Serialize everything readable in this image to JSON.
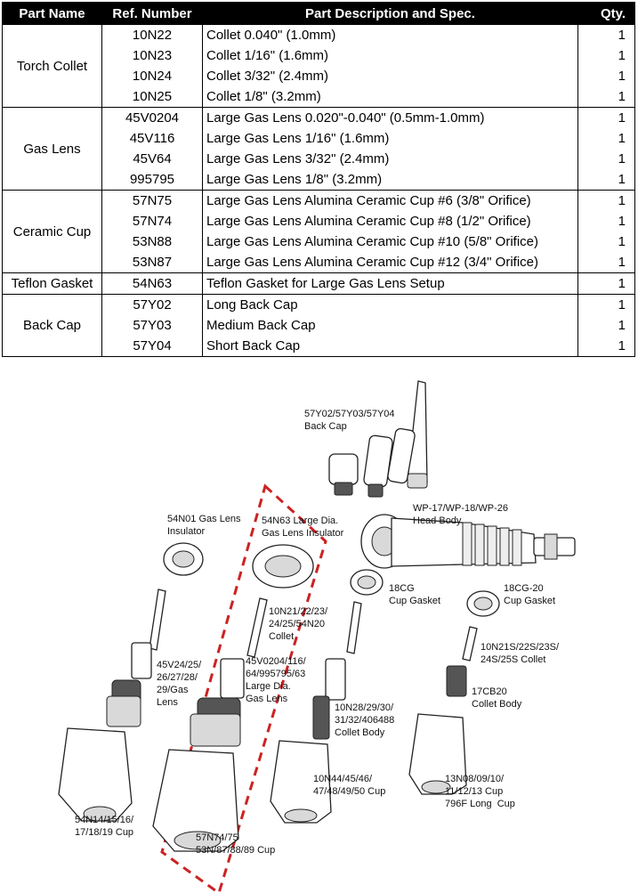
{
  "table": {
    "headers": {
      "part_name": "Part Name",
      "ref_number": "Ref. Number",
      "description": "Part Description and Spec.",
      "qty": "Qty."
    },
    "groups": [
      {
        "name": "Torch Collet",
        "rows": [
          {
            "ref": "10N22",
            "desc": "Collet 0.040\" (1.0mm)",
            "qty": "1"
          },
          {
            "ref": "10N23",
            "desc": "Collet 1/16\" (1.6mm)",
            "qty": "1"
          },
          {
            "ref": "10N24",
            "desc": "Collet 3/32\" (2.4mm)",
            "qty": "1"
          },
          {
            "ref": "10N25",
            "desc": "Collet 1/8\" (3.2mm)",
            "qty": "1"
          }
        ]
      },
      {
        "name": "Gas Lens",
        "rows": [
          {
            "ref": "45V0204",
            "desc": "Large Gas Lens 0.020\"-0.040\" (0.5mm-1.0mm)",
            "qty": "1"
          },
          {
            "ref": "45V116",
            "desc": "Large Gas Lens 1/16\" (1.6mm)",
            "qty": "1"
          },
          {
            "ref": "45V64",
            "desc": "Large Gas Lens 3/32\" (2.4mm)",
            "qty": "1"
          },
          {
            "ref": "995795",
            "desc": "Large Gas Lens 1/8\" (3.2mm)",
            "qty": "1"
          }
        ]
      },
      {
        "name": "Ceramic Cup",
        "rows": [
          {
            "ref": "57N75",
            "desc": "Large Gas Lens Alumina Ceramic Cup #6 (3/8\" Orifice)",
            "qty": "1"
          },
          {
            "ref": "57N74",
            "desc": "Large Gas Lens Alumina Ceramic Cup #8 (1/2\" Orifice)",
            "qty": "1"
          },
          {
            "ref": "53N88",
            "desc": "Large Gas Lens Alumina Ceramic Cup #10 (5/8\" Orifice)",
            "qty": "1"
          },
          {
            "ref": "53N87",
            "desc": "Large Gas Lens Alumina Ceramic Cup #12 (3/4\" Orifice)",
            "qty": "1"
          }
        ]
      },
      {
        "name": "Teflon Gasket",
        "rows": [
          {
            "ref": "54N63",
            "desc": "Teflon Gasket for Large Gas Lens Setup",
            "qty": "1"
          }
        ]
      },
      {
        "name": "Back Cap",
        "rows": [
          {
            "ref": "57Y02",
            "desc": "Long Back Cap",
            "qty": "1"
          },
          {
            "ref": "57Y03",
            "desc": "Medium Back Cap",
            "qty": "1"
          },
          {
            "ref": "57Y04",
            "desc": "Short Back Cap",
            "qty": "1"
          }
        ]
      }
    ]
  },
  "diagram": {
    "colors": {
      "highlight_dash": "#cc2222",
      "line": "#222222",
      "shade": "#d9d9d9"
    },
    "callouts": {
      "back_cap": "57Y02/57Y03/57Y04\nBack Cap",
      "head_body": "WP-17/WP-18/WP-26\nHead Body",
      "gas_lens_insulator": "54N01 Gas Lens\nInsulator",
      "large_insulator": "54N63 Large Dia.\nGas Lens Insulator",
      "cup_gasket": "18CG\nCup Gasket",
      "cup_gasket_20": "18CG-20\nCup Gasket",
      "collet_left": "10N21/22/23/\n24/25/54N20\nCollet",
      "collet_right": "10N21S/22S/23S/\n24S/25S Collet",
      "gas_lens_left": "45V24/25/\n26/27/28/\n29/Gas\nLens",
      "gas_lens_large": "45V0204/116/\n64/995795/63\nLarge Dia.\nGas Lens",
      "collet_body": "10N28/29/30/\n31/32/406488\nCollet Body",
      "collet_body_right": "17CB20\nCollet Body",
      "cup_10n44": "10N44/45/46/\n47/48/49/50 Cup",
      "cup_13n08": "13N08/09/10/\n11/12/13 Cup\n796F Long  Cup",
      "cup_54n14": "54N14/15/16/\n17/18/19 Cup",
      "cup_57n74": "57N74/75\n53N/87/88/89 Cup"
    }
  }
}
